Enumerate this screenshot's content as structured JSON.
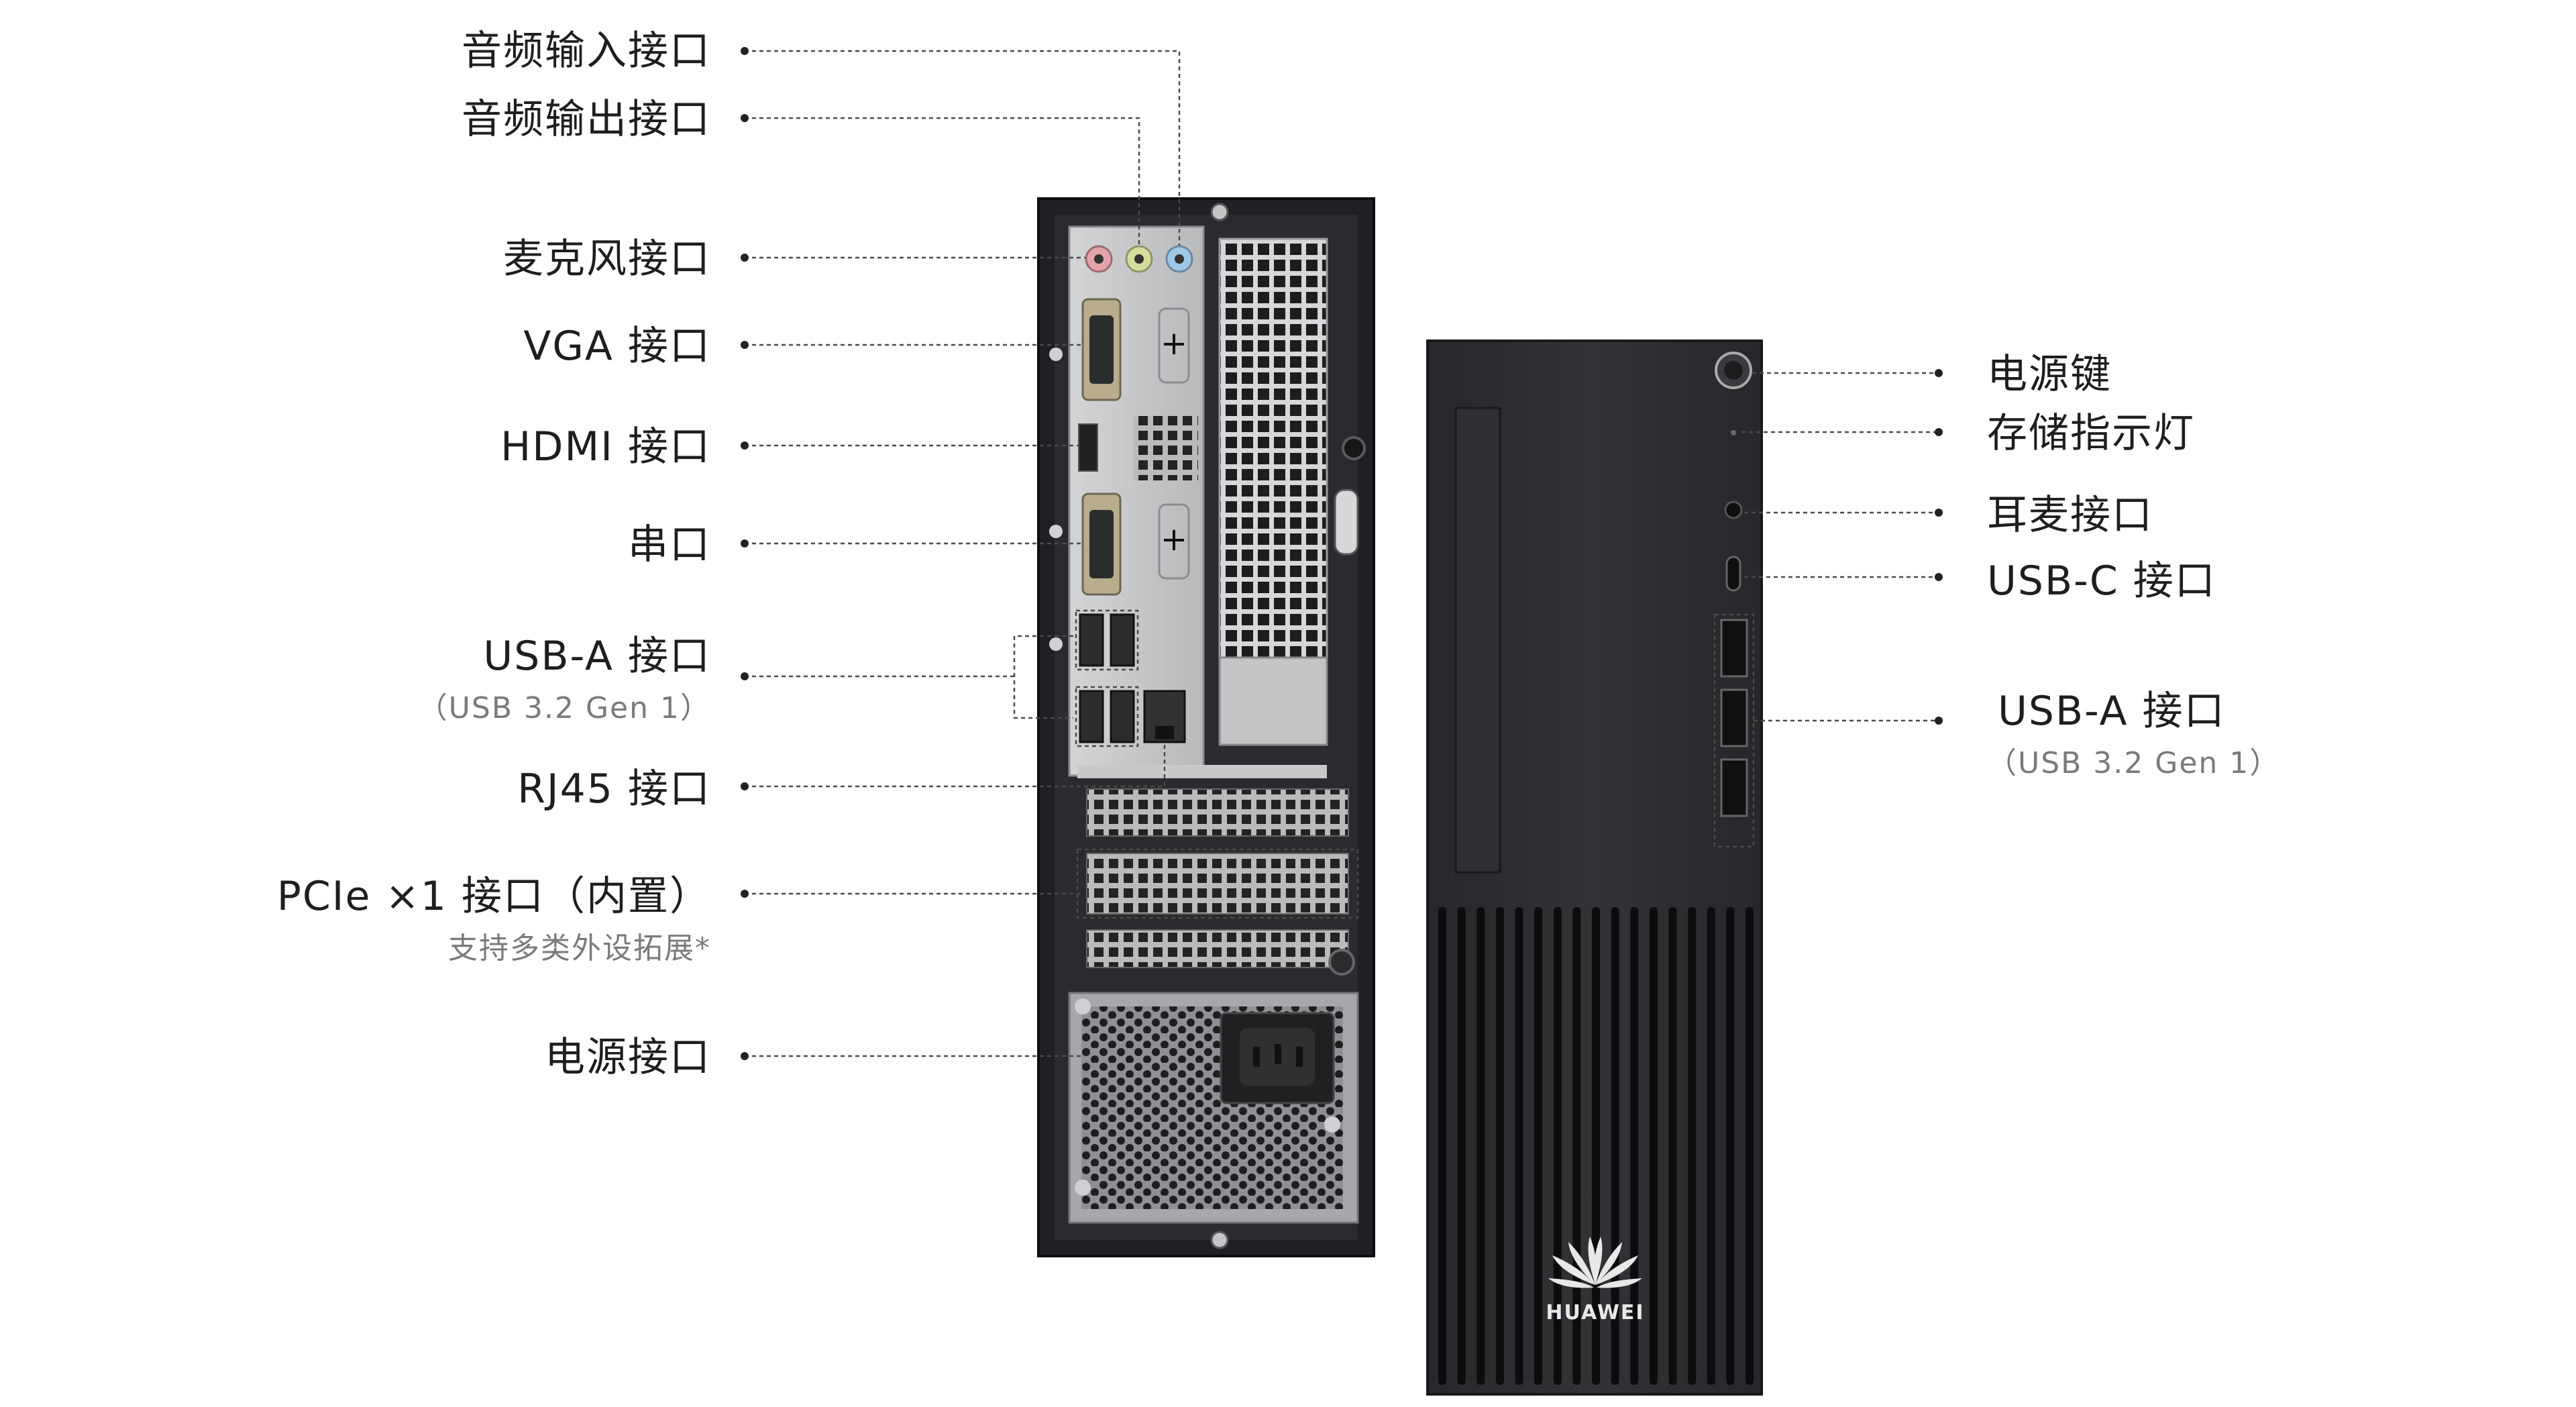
{
  "left_labels": [
    {
      "id": "audio-in",
      "text": "音频输入接口"
    },
    {
      "id": "audio-out",
      "text": "音频输出接口"
    },
    {
      "id": "mic",
      "text": "麦克风接口"
    },
    {
      "id": "vga",
      "text": "VGA 接口"
    },
    {
      "id": "hdmi",
      "text": "HDMI 接口"
    },
    {
      "id": "serial",
      "text": "串口"
    },
    {
      "id": "usb-a-rear",
      "text": "USB-A 接口",
      "sub": "（USB 3.2 Gen 1）"
    },
    {
      "id": "rj45",
      "text": "RJ45 接口"
    },
    {
      "id": "pcie",
      "text": "PCIe ×1 接口（内置）",
      "sub": "支持多类外设拓展*"
    },
    {
      "id": "power-socket",
      "text": "电源接口"
    }
  ],
  "right_labels": [
    {
      "id": "power-button",
      "text": "电源键"
    },
    {
      "id": "storage-led",
      "text": "存储指示灯"
    },
    {
      "id": "headset",
      "text": "耳麦接口"
    },
    {
      "id": "usb-c",
      "text": "USB-C 接口"
    },
    {
      "id": "usb-a-front",
      "text": "USB-A 接口",
      "sub": "（USB 3.2 Gen 1）"
    }
  ],
  "brand": {
    "name": "HUAWEI"
  },
  "colors": {
    "chassis": "#1f2023",
    "front_panel": "#2b2c2f",
    "io_plate": "#c9cacc",
    "mic_jack": "#e4a3aa",
    "line_out_jack": "#d6dd9c",
    "line_in_jack": "#9fc8e6",
    "leader_line": "#4a4a4a"
  }
}
